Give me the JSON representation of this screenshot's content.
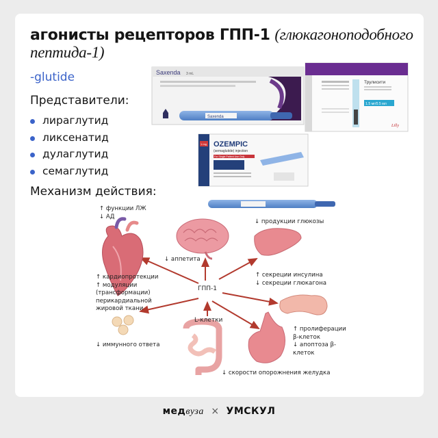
{
  "title": {
    "main": "агонисты рецепторов ГПП-1",
    "italic": "(глюкагоноподобного пептида-1)"
  },
  "suffix": "-glutide",
  "representatives_heading": "Представители:",
  "representatives": [
    "лираглутид",
    "ликсенатид",
    "дулаглутид",
    "семаглутид"
  ],
  "mechanism_heading": "Механизм действия:",
  "center_label": "ГПП-1",
  "source_label": "L-клетки",
  "effects": {
    "heart_top": "↑ функции ЛЖ\n↓ АД",
    "heart_bottom": "↑ кардиопротекции\n↑ модуляции\n(трансформации)\nперикардиальной\nжировой ткани",
    "brain": "↓ аппетита",
    "liver": "↓ продукции глюкозы",
    "pancreas_top": "↑ секреции инсулина\n↓ секреции глюкагона",
    "pancreas_bottom": "↑ пролиферации\nβ-клеток\n↓ апоптоза β-\nклеток",
    "immune": "↓ иммунного ответа",
    "stomach": "↓ скорости опорожнения желудка"
  },
  "products": {
    "saxenda": {
      "brand": "Saxenda",
      "strength": "3 mL",
      "pen_label": "Saxenda"
    },
    "trulicity": {
      "brand": "Трулисити",
      "dose": "1.5 мг/0.5 мл"
    },
    "ozempic": {
      "brand": "OZEMPIC",
      "sub": "(semaglutide) injection",
      "dose_badge": "1 mg",
      "dose_line": "For Single Patient Use Only"
    }
  },
  "footer": {
    "brand_left_a": "мед",
    "brand_left_b": "вуза",
    "separator": "×",
    "brand_right": "УМСКУЛ"
  },
  "colors": {
    "accent": "#3b63c9",
    "arrow": "#b23a2e",
    "organ": "#e5888f"
  }
}
